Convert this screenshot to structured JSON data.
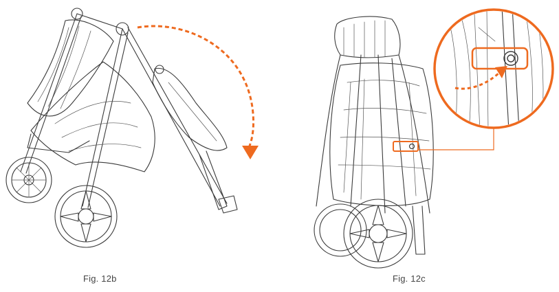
{
  "accent_color": "#EE6A1F",
  "line_color": "#3a3a3a",
  "figures": [
    {
      "id": "fig-12b",
      "caption": "Fig. 12b",
      "illustration": "folding-stroller-rotate-arrow"
    },
    {
      "id": "fig-12c",
      "caption": "Fig. 12c",
      "illustration": "folded-stroller-lock-detail"
    }
  ]
}
